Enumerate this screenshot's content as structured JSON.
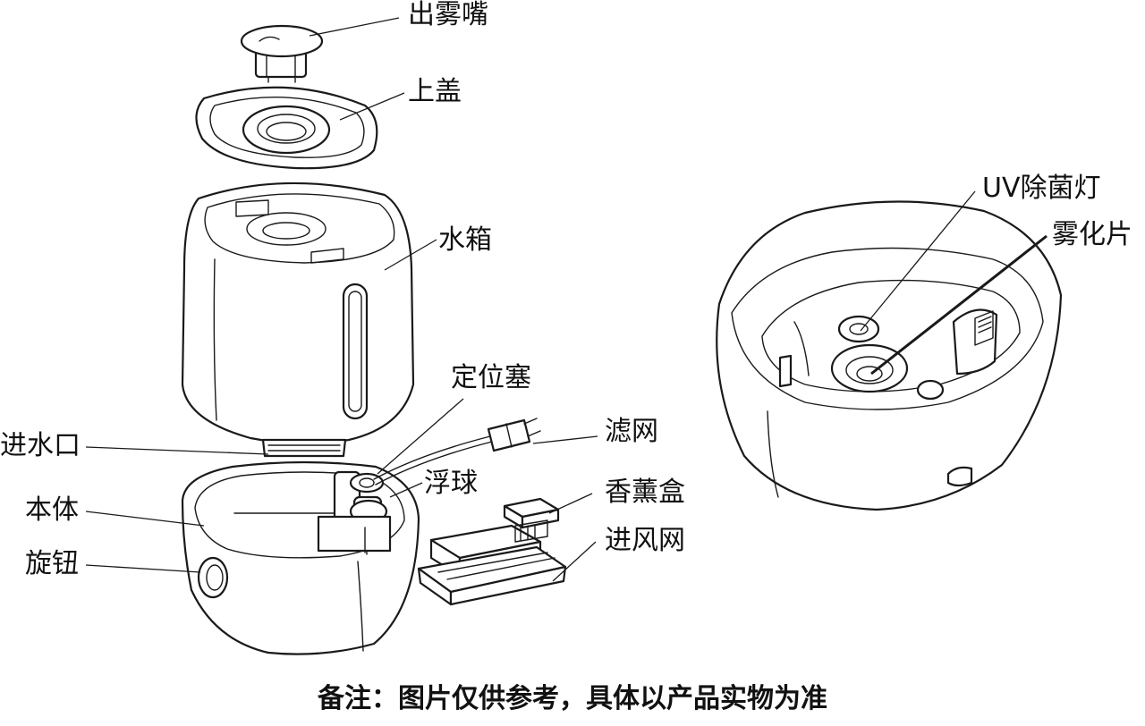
{
  "labels": {
    "nozzle": "出雾嘴",
    "top_cover": "上盖",
    "water_tank": "水箱",
    "plug": "定位塞",
    "water_inlet": "进水口",
    "filter": "滤网",
    "float_ball": "浮球",
    "body": "本体",
    "aroma_box": "香薰盒",
    "knob": "旋钮",
    "intake_mesh": "进风网",
    "uv_lamp": "UV除菌灯",
    "atomizer": "雾化片"
  },
  "footnote": "备注：图片仅供参考，具体以产品实物为准"
}
